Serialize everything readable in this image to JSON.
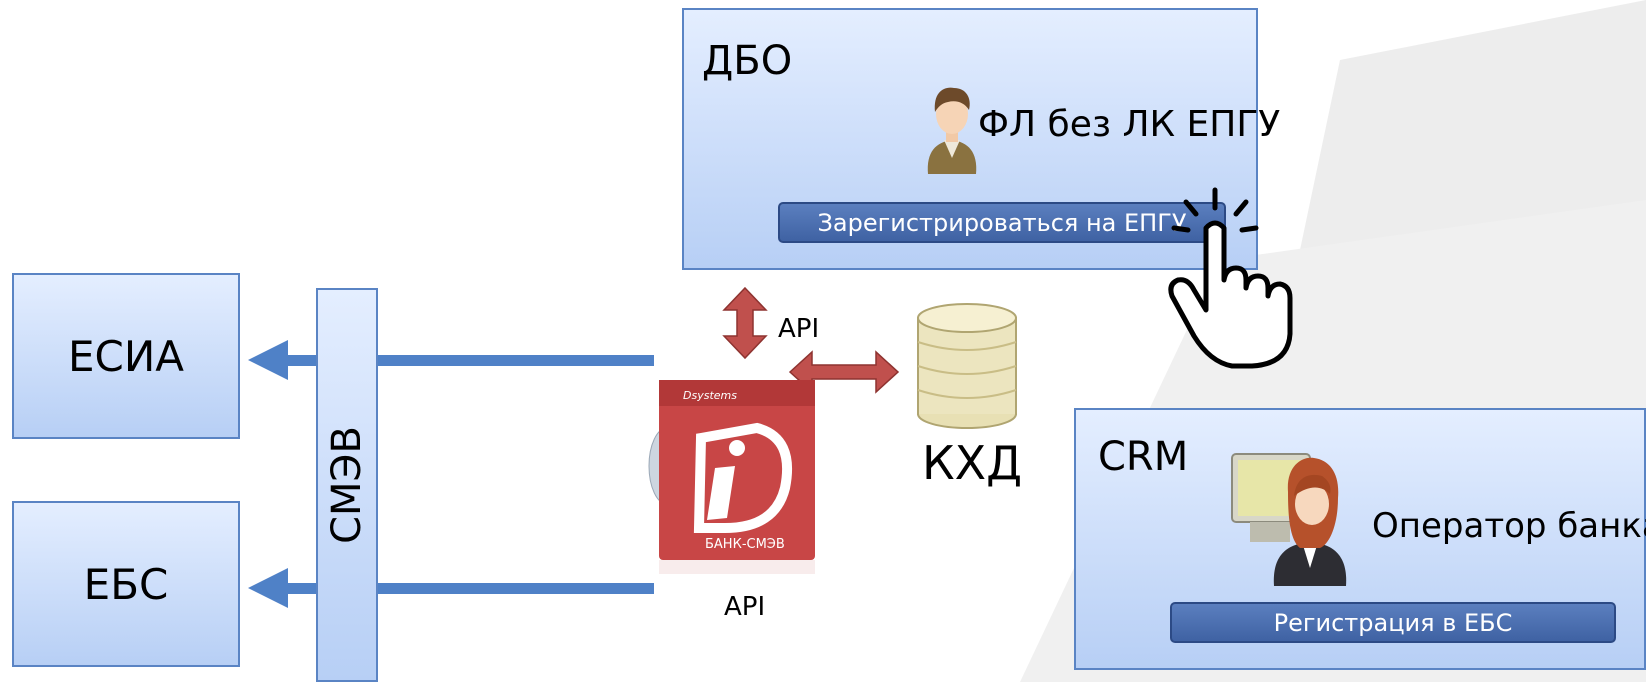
{
  "left_systems": [
    {
      "name": "ЕСИА"
    },
    {
      "name": "ЕБС"
    }
  ],
  "bus": {
    "label": "СМЭВ"
  },
  "central": {
    "product_box_brand": "Dsystems",
    "product_box_name": "БАНК-СМЭВ",
    "api_top_label": "API",
    "api_bottom_label": "API"
  },
  "storage": {
    "label": "КХД"
  },
  "dbo": {
    "title": "ДБО",
    "user_label": "ФЛ без ЛК ЕПГУ",
    "button_label": "Зарегистрироваться на ЕПГУ"
  },
  "crm": {
    "title": "CRM",
    "user_label": "Оператор банка",
    "button_label": "Регистрация в ЕБС"
  },
  "colors": {
    "box_fill_top": "#e4eeff",
    "box_fill_bottom": "#b7cff5",
    "box_border": "#5a84c4",
    "blue_arrow": "#4f81c7",
    "red_arrow": "#c0504d",
    "button_fill": "#4a6fb0"
  }
}
